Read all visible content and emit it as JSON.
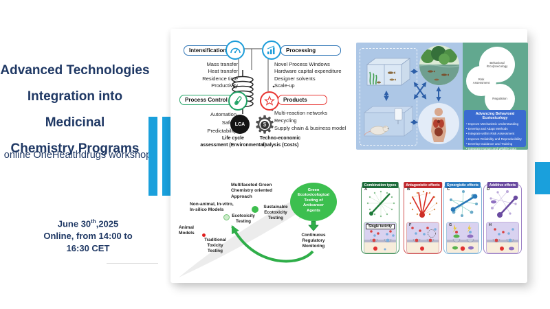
{
  "slide": {
    "title_lines": [
      "Advanced Technologies",
      "Integration into Medicinal",
      "Chemistry Programs"
    ],
    "subtitle": "online OneHealthdrugs workshop",
    "date": {
      "pre": "June 30",
      "sup": "th",
      "post": ",2025",
      "line2": "Online, from 14:00 to",
      "line3": "16:30 CET"
    }
  },
  "flow": {
    "intensification": {
      "label": "Intensification",
      "items": [
        "Mass transfer",
        "Heat transfer",
        "Residence time",
        "Productivity"
      ]
    },
    "processing": {
      "label": "Processing",
      "items": [
        "Novel Process Windows",
        "Hardware capital expenditure",
        "Designer solvents",
        "Scale-up"
      ]
    },
    "process_control": {
      "label": "Process Control",
      "items": [
        "Automation",
        "Safety",
        "Predictability"
      ]
    },
    "products": {
      "label": "Products",
      "items": [
        "Multi-reaction networks",
        "Recycling",
        "Supply chain & business model"
      ]
    },
    "lca": {
      "badge": "LCA",
      "label": [
        "Life cycle",
        "assessment (Environmental)"
      ]
    },
    "tea": {
      "badge": "$",
      "label": [
        "Techno-economic",
        "analysis (Costs)"
      ]
    }
  },
  "ecotox": {
    "gears": [
      [
        "Behavioral",
        "(Eco)toxicology"
      ],
      [
        "Risk",
        "Assessment"
      ],
      [
        "Regulation"
      ]
    ],
    "box_title": "Advancing Behavioral Ecotoxicology",
    "bullets": [
      "Improve Mechanistic Understanding",
      "Develop and Adapt Methods",
      "Integrate within Risk Assessment",
      "Improve Reliability and Reproducibility",
      "Develop Guidance and Training",
      "Integrate Human and Wildlife Data"
    ]
  },
  "pathway": {
    "approach": [
      "Multifaceted Green",
      "Chemistry oriented",
      "Approach"
    ],
    "models": [
      "Non-animal, In-vitro,",
      "In-silico Models"
    ],
    "animal": [
      "Animal",
      "Models"
    ],
    "traditional": [
      "Traditional",
      "Toxicity",
      "Testing"
    ],
    "ecotoxicity": [
      "Ecotoxicity",
      "Testing"
    ],
    "sustainable": [
      "Sustainable",
      "Ecotoxicity",
      "Testing"
    ],
    "goal": [
      "Green",
      "Ecotoxicological",
      "Testing of",
      "Anticancer",
      "Agents"
    ],
    "monitoring": [
      "Continuous",
      "Regulatory",
      "Monitoring"
    ]
  },
  "effects": {
    "panels": [
      {
        "letter": "A",
        "title": "Combination types",
        "sub_letter": "E",
        "sub_title": "Single toxicity"
      },
      {
        "letter": "B",
        "title": "Antagonistic effects",
        "sub_letter": "F"
      },
      {
        "letter": "C",
        "title": "Synergistic effects",
        "sub_letter": "G"
      },
      {
        "letter": "D",
        "title": "Additive effects",
        "sub_letter": "H"
      }
    ]
  },
  "colors": {
    "navy": "#1f3864",
    "accent_blue": "#1aa0dc",
    "flow_blue": "#2e75b6",
    "flow_green": "#21a366",
    "flow_red": "#e8332f",
    "eco_teal": "#62a88f",
    "eco_lightblue": "#adc7e6",
    "eco_box_blue": "#3a6bd0",
    "goal_green": "#3cbf4f",
    "panel_green": "#1d7a38",
    "panel_red": "#c0282e",
    "panel_blue": "#2878b8",
    "panel_purple": "#6a4ba0"
  }
}
